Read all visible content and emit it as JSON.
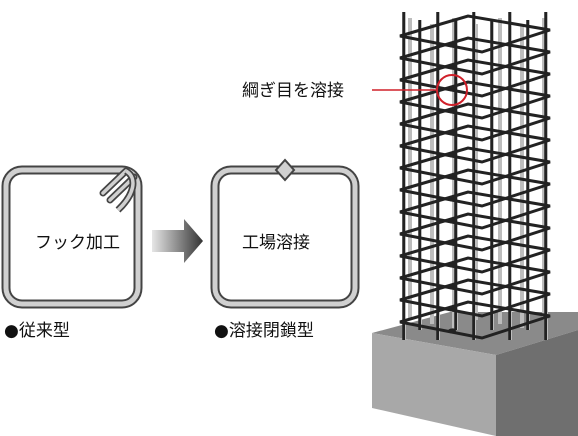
{
  "labels": {
    "hook_box": "フック加工",
    "welded_box": "工場溶接",
    "conventional_caption": "●従来型",
    "welded_caption": "●溶接閉鎖型",
    "callout": "綱ぎ目を溶接"
  },
  "colors": {
    "stirrup_outline": "#444444",
    "stirrup_fill": "#d0d0d0",
    "rebar_dark": "#222222",
    "rebar_light": "#bdbdbd",
    "footing_top": "#8a8a8a",
    "footing_front": "#a8a8a8",
    "footing_side": "#6f6f6f",
    "callout_red": "#d0202a"
  },
  "icons": {
    "arrow": "arrow-right-icon"
  }
}
